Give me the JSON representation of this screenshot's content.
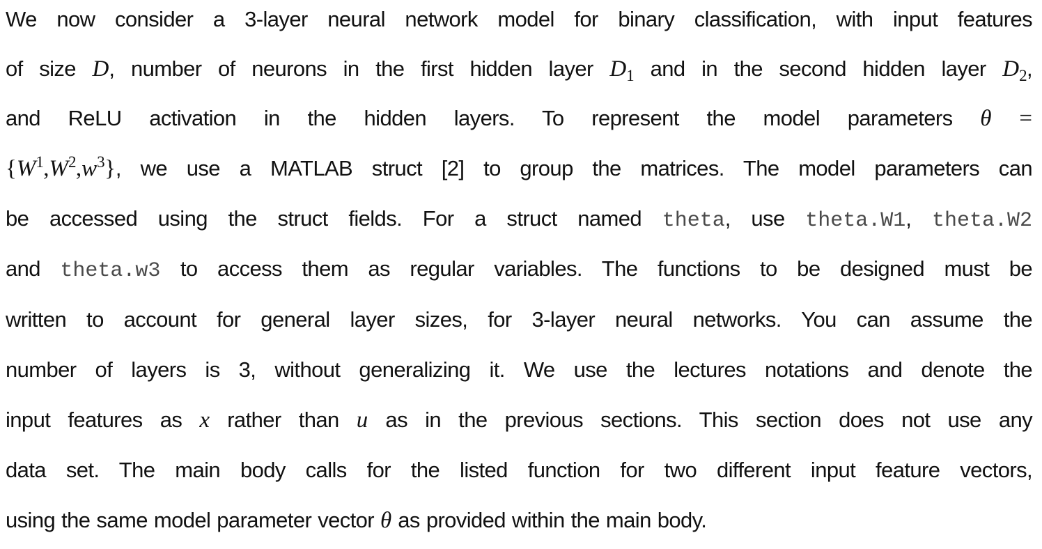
{
  "paragraph": {
    "line1": {
      "text": "We now consider a 3-layer neural network model for binary classification, with input features"
    },
    "line2": {
      "pre": "of size ",
      "var_D": "D",
      "mid1": ", number of neurons in the first hidden layer ",
      "var_D1": "D",
      "sub_1": "1",
      "mid2": " and in the second hidden layer ",
      "var_D2": "D",
      "sub_2": "2",
      "post": ","
    },
    "line3": {
      "pre": "and ReLU activation in the hidden layers. To represent the model parameters ",
      "theta": "θ",
      "eq": " ="
    },
    "line4": {
      "brace_open": "{",
      "W": "W",
      "sup1": "1",
      "comma1": ",",
      "W2": "W",
      "sup2": "2",
      "comma2": ",",
      "w": "w",
      "sup3": "3",
      "brace_close": "}",
      "post": ", we use a MATLAB struct [2] to group the matrices. The model parameters can"
    },
    "line5": {
      "pre": "be accessed using the struct fields. For a struct named ",
      "code_theta": "theta",
      "mid": ", use ",
      "code_w1": "theta.W1",
      "comma": ", ",
      "code_w2": "theta.W2"
    },
    "line6": {
      "pre": "and ",
      "code_w3": "theta.w3",
      "post": " to access them as regular variables. The functions to be designed must be"
    },
    "line7": {
      "text": "written to account for general layer sizes, for 3-layer neural networks. You can assume the"
    },
    "line8": {
      "text": "number of layers is 3, without generalizing it. We use the lectures notations and denote the"
    },
    "line9": {
      "pre": "input features as ",
      "var_x": "x",
      "mid": " rather than ",
      "var_u": "u",
      "post": " as in the previous sections. This section does not use any"
    },
    "line10": {
      "text": "data set. The main body calls for the listed function for two different input feature vectors,"
    },
    "line11": {
      "pre": "using the same model parameter vector ",
      "theta": "θ",
      "post": " as provided within the main body."
    }
  },
  "colors": {
    "text": "#111111",
    "code": "#4a4a4a",
    "background": "#ffffff"
  }
}
